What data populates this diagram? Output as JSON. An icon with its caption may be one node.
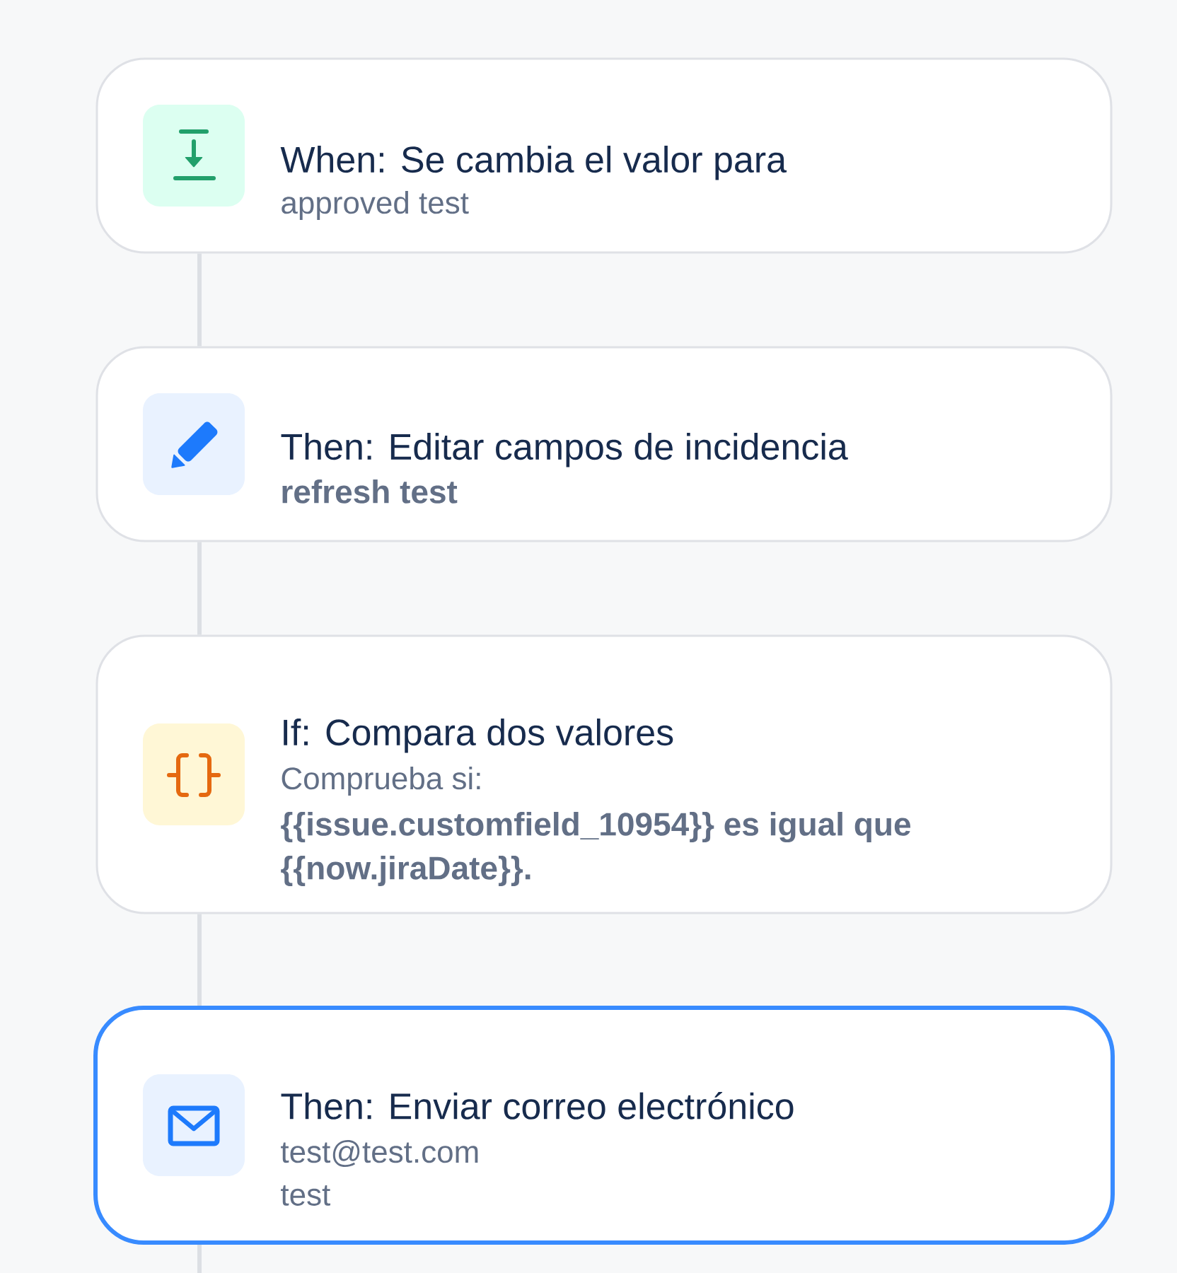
{
  "diagram": {
    "nodes": [
      {
        "text": [
          "When: Se cambia el valor para",
          "approved test"
        ]
      },
      {
        "text": [
          "Then: Editar campos de incidencia",
          "refresh test"
        ]
      },
      {
        "text": [
          "If: Compara dos valores",
          "Comprueba si:",
          "{{issue.customfield_10954}} es igual que {{now.jiraDate}}."
        ]
      },
      {
        "text": [
          "Then: Enviar correo electrónico",
          "test@test.com",
          "test"
        ]
      }
    ],
    "edges": [
      {
        "from": 0,
        "to": 1,
        "arrow": "none"
      },
      {
        "from": 1,
        "to": 2,
        "arrow": "none"
      },
      {
        "from": 2,
        "to": 3,
        "arrow": "none"
      },
      {
        "from": 3,
        "to": null,
        "arrow": "none"
      }
    ]
  }
}
